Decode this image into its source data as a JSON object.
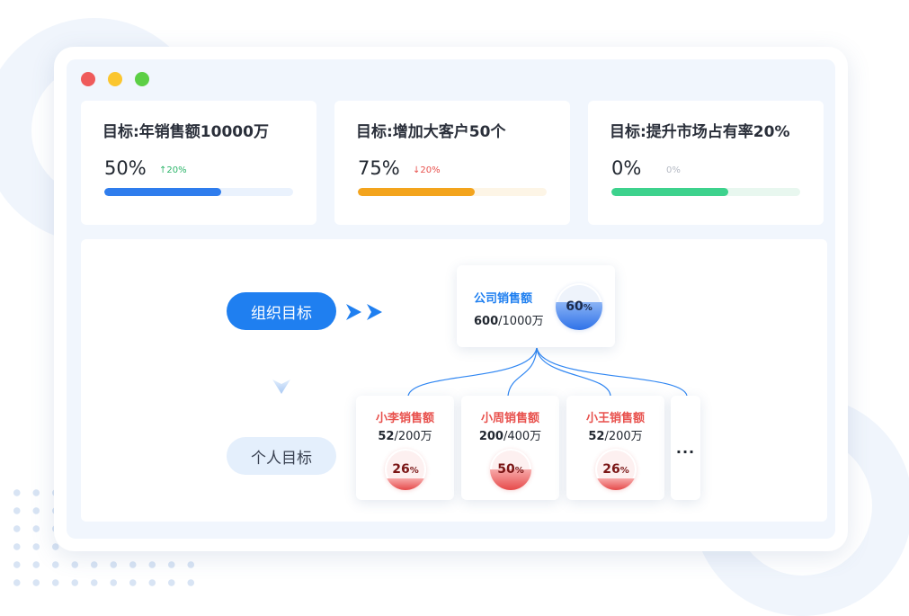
{
  "colors": {
    "primary": "#1f7ff0",
    "up": "#2db56a",
    "down": "#e8514d",
    "neutral": "#b5bac4"
  },
  "goals": [
    {
      "title": "目标:年销售额10000万",
      "percent": "50%",
      "progress": 0.62,
      "delta": "↑20%",
      "fill_color": "#2f7ded",
      "track_color": "#eaf2fd",
      "delta_color": "#2db56a"
    },
    {
      "title": "目标:增加大客户50个",
      "percent": "75%",
      "progress": 0.62,
      "delta": "↓20%",
      "fill_color": "#f3a41d",
      "track_color": "#fdf5e6",
      "delta_color": "#e8514d"
    },
    {
      "title": "目标:提升市场占有率20%",
      "percent": "0%",
      "progress": 0.62,
      "delta": "0%",
      "fill_color": "#3dd28d",
      "track_color": "#e8f7ef",
      "delta_color": "#b5bac4"
    }
  ],
  "org": {
    "org_label": "组织目标",
    "person_label": "个人目标",
    "company": {
      "name": "公司销售额",
      "value": "600",
      "target": "/1000万",
      "percent": "60",
      "percent_sign": "%",
      "level": 0.6
    },
    "people": [
      {
        "name": "小李销售额",
        "value": "52",
        "target": "/200万",
        "percent": "26",
        "percent_sign": "%",
        "level": 0.26
      },
      {
        "name": "小周销售额",
        "value": "200",
        "target": "/400万",
        "percent": "50",
        "percent_sign": "%",
        "level": 0.5
      },
      {
        "name": "小王销售额",
        "value": "52",
        "target": "/200万",
        "percent": "26",
        "percent_sign": "%",
        "level": 0.26
      }
    ],
    "more_label": "..."
  }
}
